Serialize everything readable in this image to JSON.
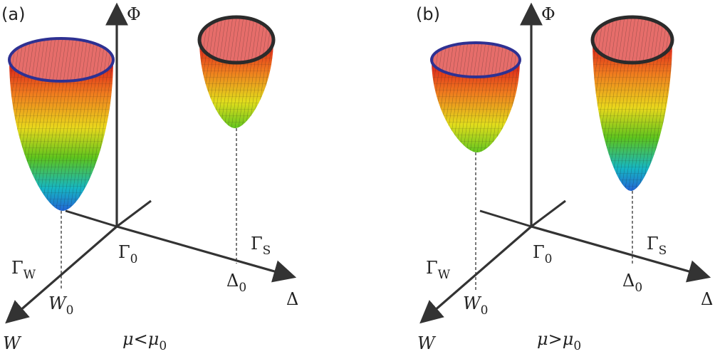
{
  "panels": [
    {
      "id": "a",
      "label": "(a)",
      "axis_phi": "Φ",
      "axis_delta": "Δ",
      "axis_w": "W",
      "origin_label": "Γ",
      "origin_sub": "0",
      "gamma_w": "Γ",
      "gamma_w_sub": "W",
      "gamma_s": "Γ",
      "gamma_s_sub": "S",
      "w0": "W",
      "w0_sub": "0",
      "delta0": "Δ",
      "delta0_sub": "0",
      "condition_lhs": "μ",
      "condition_op": "<",
      "condition_rhs": "μ",
      "condition_rhs_sub": "0",
      "w_bowl": "deeper",
      "s_bowl": "shallower"
    },
    {
      "id": "b",
      "label": "(b)",
      "axis_phi": "Φ",
      "axis_delta": "Δ",
      "axis_w": "W",
      "origin_label": "Γ",
      "origin_sub": "0",
      "gamma_w": "Γ",
      "gamma_w_sub": "W",
      "gamma_s": "Γ",
      "gamma_s_sub": "S",
      "w0": "W",
      "w0_sub": "0",
      "delta0": "Δ",
      "delta0_sub": "0",
      "condition_lhs": "μ",
      "condition_op": ">",
      "condition_rhs": "μ",
      "condition_rhs_sub": "0",
      "w_bowl": "shallower",
      "s_bowl": "deeper"
    }
  ],
  "colors": {
    "axis": "#333333",
    "dashed": "#333333",
    "w_rim": "#2e3192",
    "s_rim": "#2b2b2b",
    "gradient": [
      "#e21b1b",
      "#f5a623",
      "#e8e21a",
      "#58c21c",
      "#17b0c7",
      "#1d6fd1"
    ]
  }
}
